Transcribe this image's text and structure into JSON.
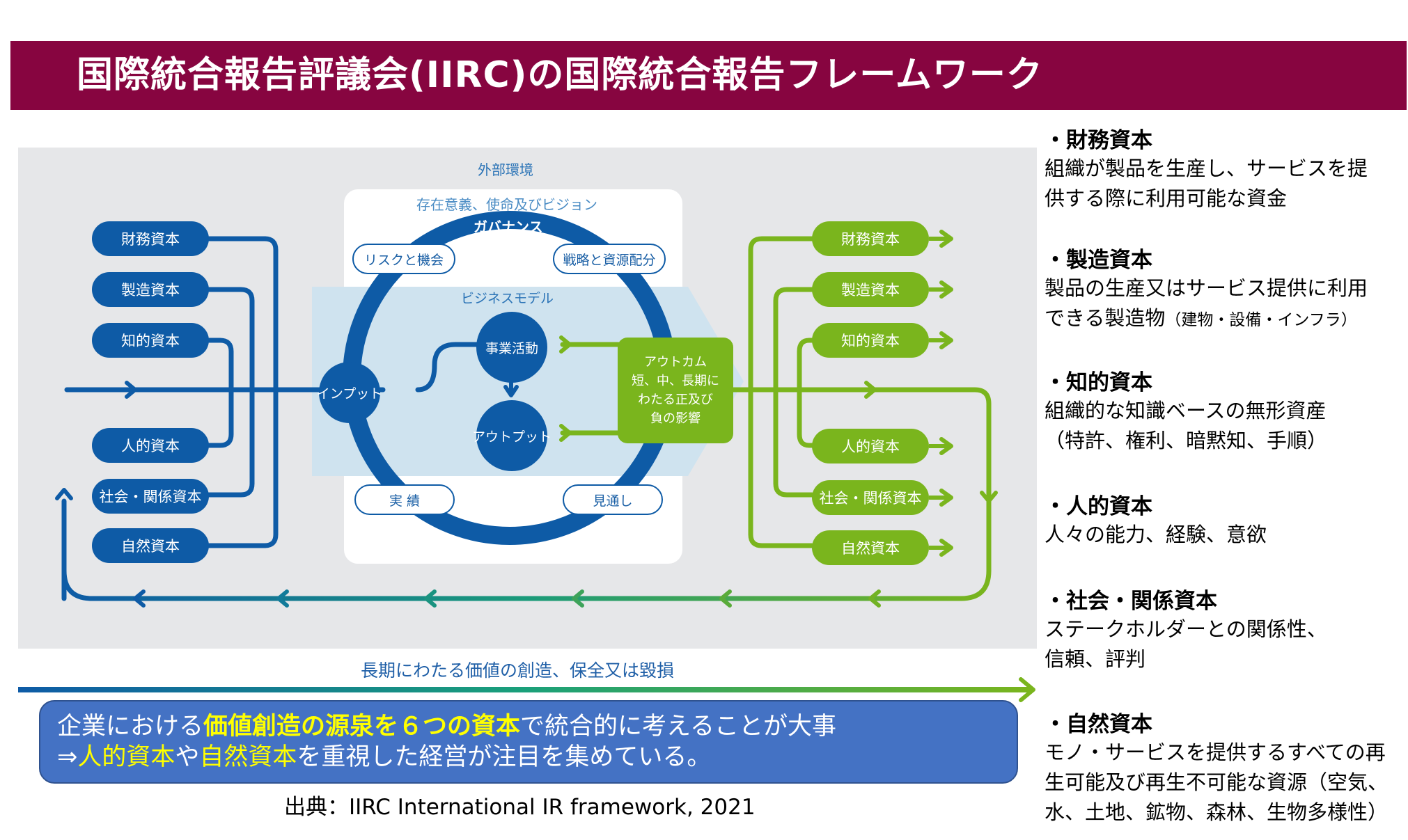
{
  "title": "国際統合報告評議会(IIRC)の国際統合報告フレームワーク",
  "diagram": {
    "external_env": "外部環境",
    "purpose": "存在意義、使命及びビジョン",
    "governance": "ガバナンス",
    "risks": "リスクと機会",
    "strategy": "戦略と資源配分",
    "business_model": "ビジネスモデル",
    "inputs": "インプット",
    "activities": "事業活動",
    "outputs": "アウトプット",
    "outcome_lines": [
      "アウトカム",
      "短、中、長期に",
      "わたる正及び",
      "負の影響"
    ],
    "performance": "実 績",
    "outlook": "見通し",
    "input_capitals": [
      "財務資本",
      "製造資本",
      "知的資本",
      "人的資本",
      "社会・関係資本",
      "自然資本"
    ],
    "output_capitals": [
      "財務資本",
      "製造資本",
      "知的資本",
      "人的資本",
      "社会・関係資本",
      "自然資本"
    ],
    "long_term": "長期にわたる価値の創造、保全又は毀損",
    "colors": {
      "blue": "#0e5ba6",
      "green": "#7ab51d",
      "banner": "#870540",
      "callout": "#4472c4"
    }
  },
  "callout": {
    "line1_pre": "企業における",
    "line1_hl": "価値創造の源泉を６つの資本",
    "line1_post": "で統合的に考えることが大事",
    "line2_arrow": "⇒",
    "line2_hl1": "人的資本",
    "line2_mid": "や",
    "line2_hl2": "自然資本",
    "line2_post": "を重視した経営が注目を集めている。"
  },
  "source": "出典：IIRC International IR framework, 2021",
  "capitals": [
    {
      "head": "・財務資本",
      "desc": [
        "組織が製品を生産し、サービスを提",
        "供する際に利用可能な資金"
      ]
    },
    {
      "head": "・製造資本",
      "desc": [
        "製品の生産又はサービス提供に利用",
        "できる製造物"
      ],
      "note": "（建物・設備・インフラ）"
    },
    {
      "head": "・知的資本",
      "desc": [
        "組織的な知識ベースの無形資産",
        "（特許、権利、暗黙知、手順）"
      ]
    },
    {
      "head": "・人的資本",
      "desc": [
        "人々の能力、経験、意欲"
      ]
    },
    {
      "head": "・社会・関係資本",
      "desc": [
        "ステークホルダーとの関係性、",
        "信頼、評判"
      ]
    },
    {
      "head": "・自然資本",
      "desc": [
        "モノ・サービスを提供するすべての再",
        "生可能及び再生不可能な資源（空気、",
        "水、土地、鉱物、森林、生物多様性）"
      ]
    }
  ]
}
